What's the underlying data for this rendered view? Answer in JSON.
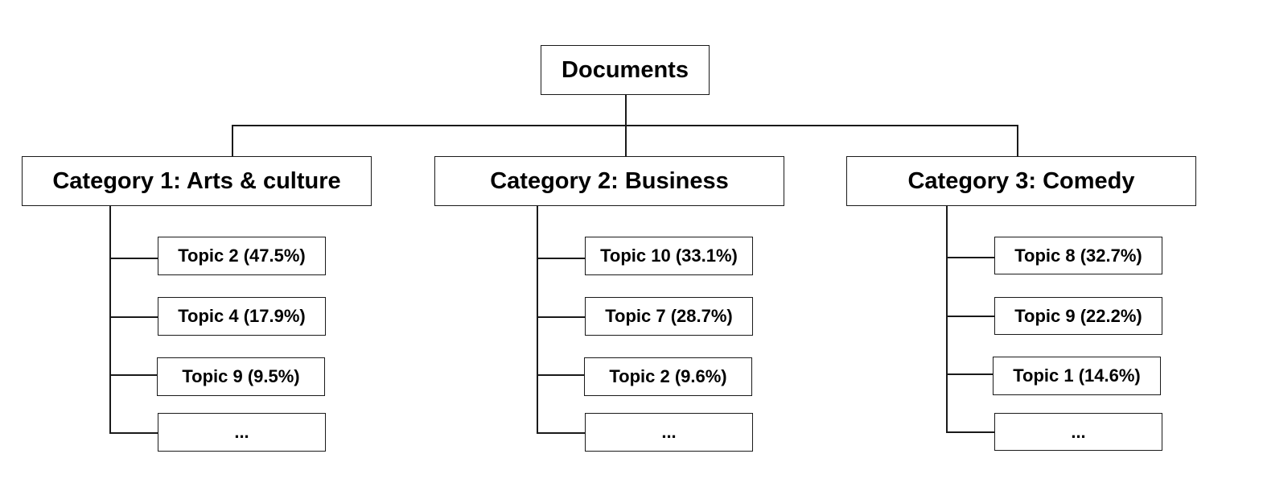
{
  "root": {
    "label": "Documents"
  },
  "categories": [
    {
      "label": "Category 1: Arts & culture",
      "topics": [
        "Topic 2 (47.5%)",
        "Topic 4 (17.9%)",
        "Topic 9 (9.5%)",
        "..."
      ]
    },
    {
      "label": "Category 2: Business",
      "topics": [
        "Topic 10 (33.1%)",
        "Topic 7 (28.7%)",
        "Topic 2 (9.6%)",
        "..."
      ]
    },
    {
      "label": "Category 3: Comedy",
      "topics": [
        "Topic 8 (32.7%)",
        "Topic 9 (22.2%)",
        "Topic 1 (14.6%)",
        "..."
      ]
    }
  ]
}
